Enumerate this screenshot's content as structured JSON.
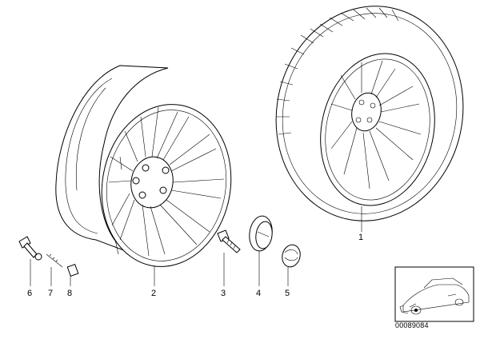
{
  "callouts": [
    {
      "id": "1",
      "label": "1",
      "part": "complete-wheel-with-tire"
    },
    {
      "id": "2",
      "label": "2",
      "part": "light-alloy-rim"
    },
    {
      "id": "3",
      "label": "3",
      "part": "wheel-bolt"
    },
    {
      "id": "4",
      "label": "4",
      "part": "hub-cap"
    },
    {
      "id": "5",
      "label": "5",
      "part": "emblem"
    },
    {
      "id": "6",
      "label": "6",
      "part": "tire-valve"
    },
    {
      "id": "7",
      "label": "7",
      "part": "valve-insert"
    },
    {
      "id": "8",
      "label": "8",
      "part": "valve-cap"
    }
  ],
  "document_number": "00089084",
  "colors": {
    "line": "#000000",
    "background": "#ffffff",
    "thumbnail_border": "#000000"
  }
}
